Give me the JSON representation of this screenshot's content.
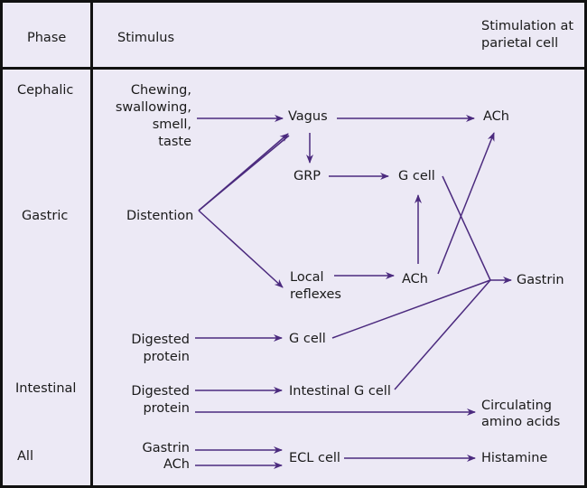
{
  "headers": {
    "phase": "Phase",
    "stimulus": "Stimulus",
    "stimulation_line1": "Stimulation at",
    "stimulation_line2": "parietal cell"
  },
  "phases": {
    "cephalic": "Cephalic",
    "gastric": "Gastric",
    "intestinal": "Intestinal",
    "all": "All"
  },
  "stimuli": {
    "cephalic": [
      "Chewing,",
      "swallowing,",
      "smell,",
      "taste"
    ],
    "distention": "Distention",
    "digested_protein_1": [
      "Digested",
      "protein"
    ],
    "digested_protein_2": [
      "Digested",
      "protein"
    ],
    "gastrin": "Gastrin",
    "ach": "ACh"
  },
  "intermediates": {
    "vagus": "Vagus",
    "grp": "GRP",
    "g_cell_gastric": "G cell",
    "local_reflexes": [
      "Local",
      "reflexes"
    ],
    "ach_gastric": "ACh",
    "g_cell_intestinal": "G cell",
    "intestinal_g_cell": "Intestinal G cell",
    "ecl_cell": "ECL cell"
  },
  "outputs": {
    "ach": "ACh",
    "gastrin": "Gastrin",
    "circulating_amino_acids": [
      "Circulating",
      "amino acids"
    ],
    "histamine": "Histamine"
  },
  "colors": {
    "arrow": "#4b2a7e",
    "background": "#ece9f5",
    "grid": "#111111"
  }
}
